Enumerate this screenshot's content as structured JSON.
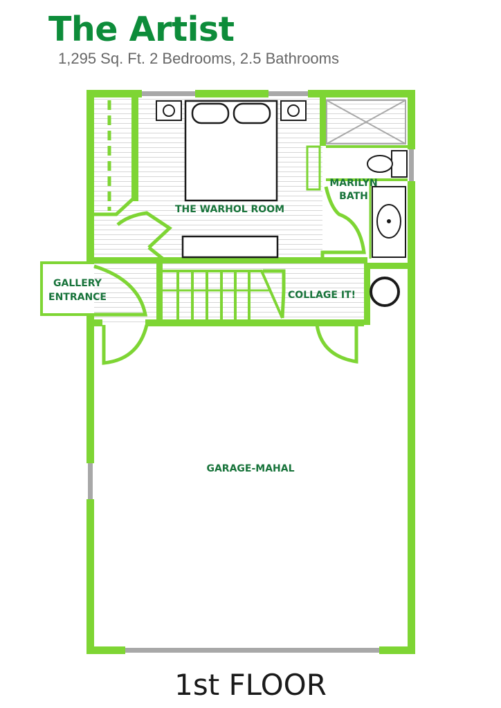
{
  "header": {
    "title": "The Artist",
    "subtitle": "1,295 Sq. Ft. 2 Bedrooms, 2.5 Bathrooms"
  },
  "rooms": {
    "warhol": "THE WARHOL ROOM",
    "marilyn_line1": "MARILYN",
    "marilyn_line2": "BATH",
    "gallery_line1": "GALLERY",
    "gallery_line2": "ENTRANCE",
    "collage": "COLLAGE IT!",
    "garage": "GARAGE-MAHAL"
  },
  "footer": {
    "floor": "1st FLOOR"
  },
  "colors": {
    "wall": "#7ed534",
    "title": "#0d8c3a",
    "label": "#17733a",
    "window": "#a8a8a8",
    "fixture": "#1a1a1a",
    "floor_lines": "#d6d6d6",
    "subtitle": "#666666"
  }
}
